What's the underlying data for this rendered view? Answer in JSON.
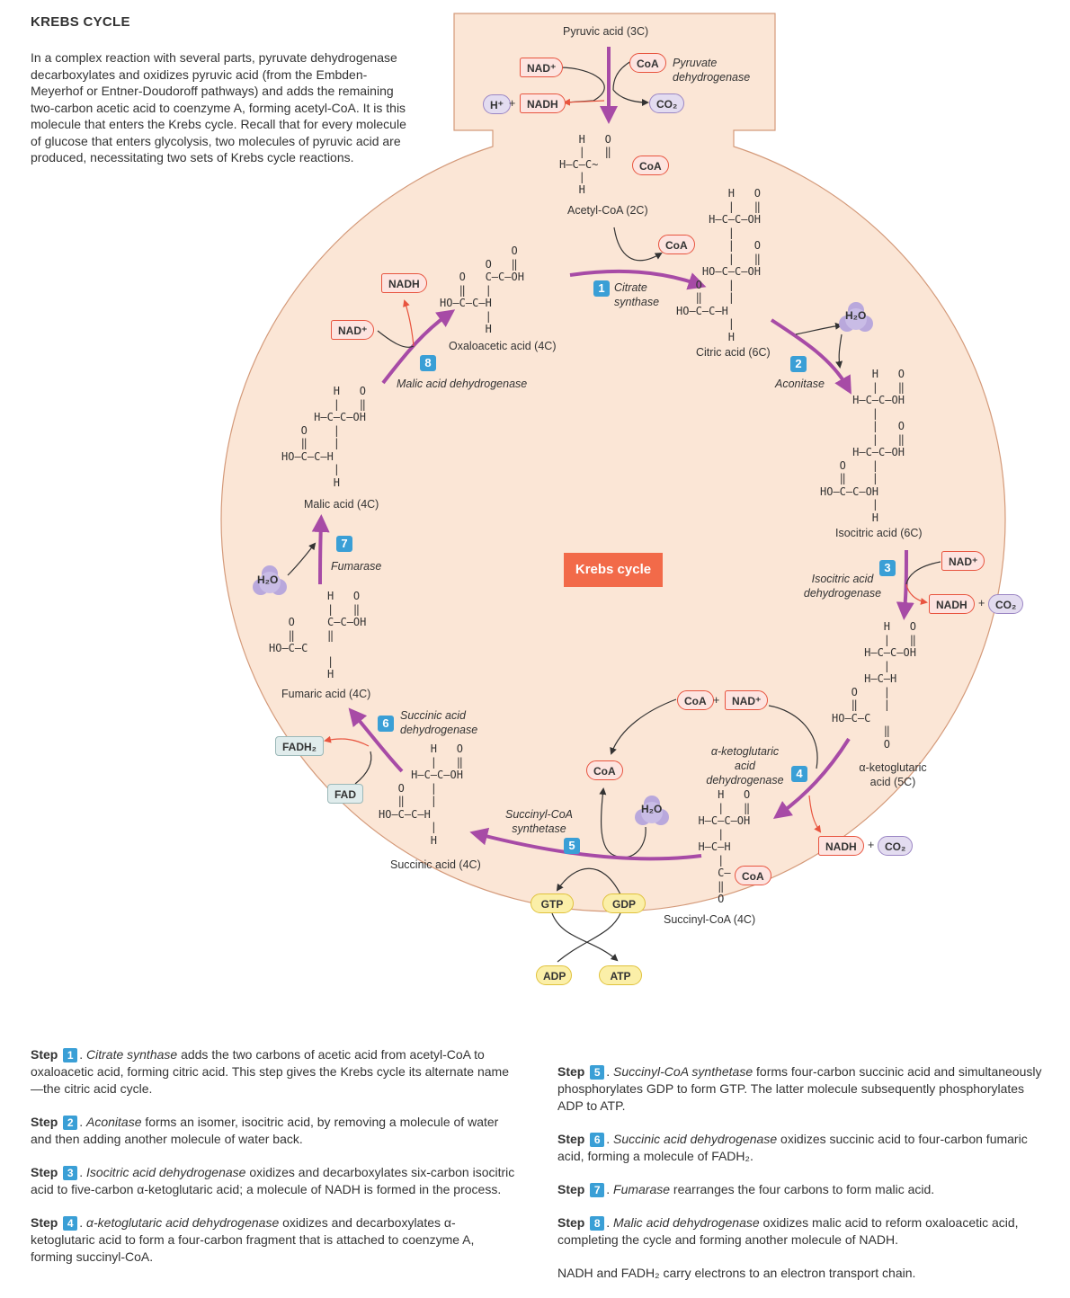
{
  "title": "KREBS CYCLE",
  "intro": "In a complex reaction with several parts, pyruvate dehydrogenase decarboxylates and oxidizes pyruvic acid (from the Embden-Meyerhof or Entner-Doudoroff pathways) and adds the remaining two-carbon acetic acid to coenzyme A, forming acetyl-CoA. It is this molecule that enters the Krebs cycle. Recall that for every molecule of glucose that enters glycolysis, two molecules of pyruvic acid are produced, necessitating two sets of Krebs cycle reactions.",
  "center_label": "Krebs cycle",
  "molecules": {
    "pyruvic": "Pyruvic acid (3C)",
    "acetyl": "Acetyl-CoA (2C)",
    "citric": "Citric acid (6C)",
    "isocitric": "Isocitric acid (6C)",
    "ketoglutaric": "α-ketoglutaric acid (5C)",
    "succinylcoa": "Succinyl-CoA (4C)",
    "succinic": "Succinic acid (4C)",
    "fumaric": "Fumaric acid (4C)",
    "malic": "Malic acid (4C)",
    "oxaloacetic": "Oxaloacetic acid (4C)"
  },
  "enzymes": {
    "pyruvate_dh": "Pyruvate dehydrogenase",
    "e1": "Citrate synthase",
    "e2": "Aconitase",
    "e3": "Isocitric acid dehydrogenase",
    "e4": "α-ketoglutaric acid dehydrogenase",
    "e5": "Succinyl-CoA synthetase",
    "e6": "Succinic acid dehydrogenase",
    "e7": "Fumarase",
    "e8": "Malic acid dehydrogenase"
  },
  "cofactors": {
    "nad": "NAD⁺",
    "nadh": "NADH",
    "coa": "CoA",
    "co2": "CO₂",
    "h": "H⁺",
    "plus": "+",
    "h2o": "H₂O",
    "fad": "FAD",
    "fadh2": "FADH₂",
    "gtp": "GTP",
    "gdp": "GDP",
    "adp": "ADP",
    "atp": "ATP"
  },
  "step_numbers": [
    "1",
    "2",
    "3",
    "4",
    "5",
    "6",
    "7",
    "8"
  ],
  "steps": [
    {
      "word": "Step",
      "num": "1",
      "lead": "Citrate synthase",
      "rest": " adds the two carbons of acetic acid from acetyl-CoA to oxaloacetic acid, forming citric acid. This step gives the Krebs cycle its alternate name—the citric acid cycle."
    },
    {
      "word": "Step",
      "num": "2",
      "lead": "Aconitase",
      "rest": " forms an isomer, isocitric acid, by removing a molecule of water and then adding another molecule of water back."
    },
    {
      "word": "Step",
      "num": "3",
      "lead": "Isocitric acid dehydrogenase",
      "rest": " oxidizes and decarboxylates six-carbon isocitric acid to five-carbon α-ketoglutaric acid; a molecule of NADH is formed in the process."
    },
    {
      "word": "Step",
      "num": "4",
      "lead": "α-ketoglutaric acid dehydrogenase",
      "rest": " oxidizes and decarboxylates α-ketoglutaric acid to form a four-carbon fragment that is attached to coenzyme A, forming succinyl-CoA."
    },
    {
      "word": "Step",
      "num": "5",
      "lead": "Succinyl-CoA synthetase",
      "rest": " forms four-carbon succinic acid and simultaneously phosphorylates GDP to form GTP. The latter molecule subsequently phosphorylates ADP to ATP."
    },
    {
      "word": "Step",
      "num": "6",
      "lead": "Succinic acid dehydrogenase",
      "rest": " oxidizes succinic acid to four-carbon fumaric acid, forming a molecule of FADH₂."
    },
    {
      "word": "Step",
      "num": "7",
      "lead": "Fumarase",
      "rest": " rearranges the four carbons to form malic acid."
    },
    {
      "word": "Step",
      "num": "8",
      "lead": "Malic acid dehydrogenase",
      "rest": " oxidizes malic acid to reform oxaloacetic acid, completing the cycle and forming another molecule of NADH."
    }
  ],
  "footer_note": "NADH and FADH₂ carry electrons to an electron transport chain.",
  "colors": {
    "background": "#fbe6d6",
    "arrow": "#a74ba6",
    "badge": "#3a9fd6",
    "center": "#f26a49",
    "red_arrow": "#e8543f"
  }
}
